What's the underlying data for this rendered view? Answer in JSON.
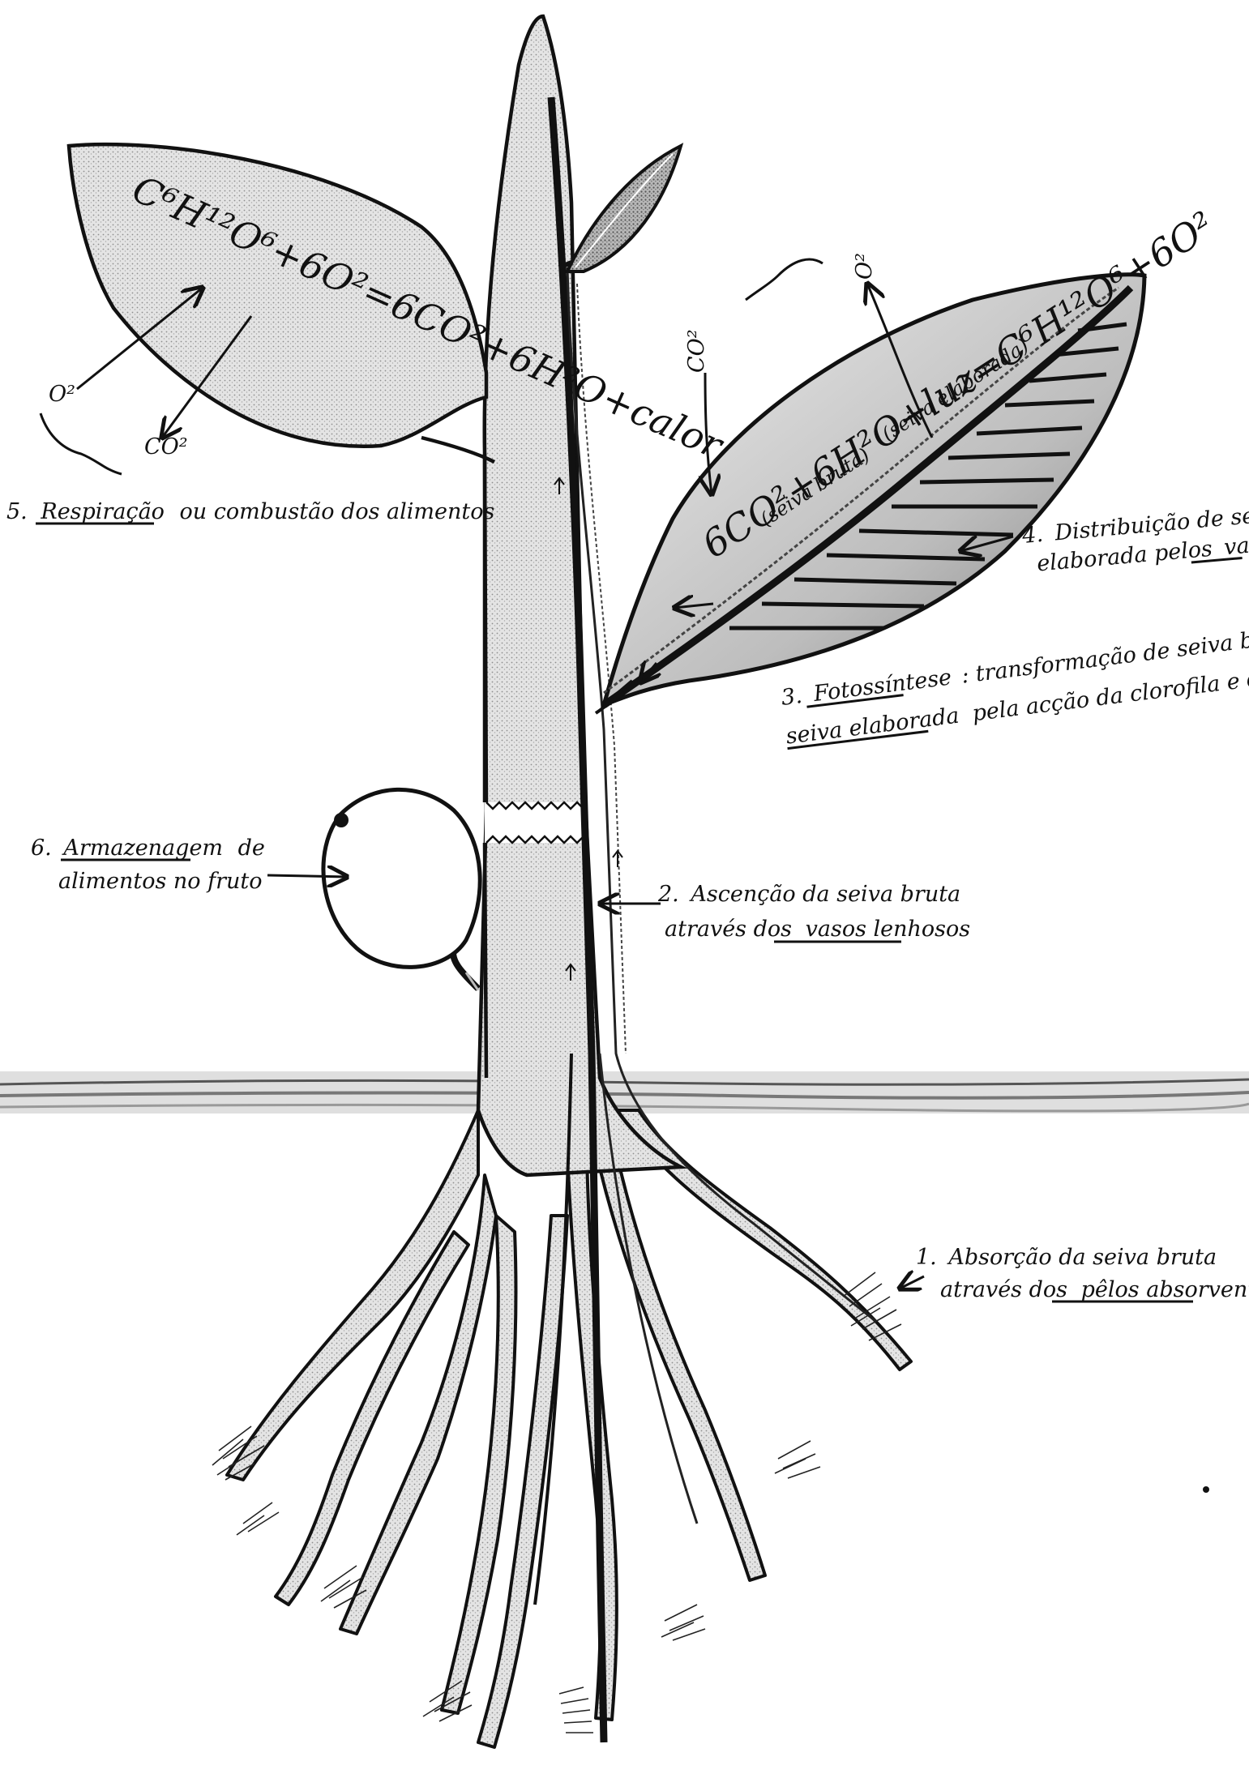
{
  "labels": {
    "respiration": {
      "number": "5.",
      "keyword": "Respiração",
      "rest": "ou combustão dos alimentos"
    },
    "respiration_formula": "C⁶H¹²O⁶+6O²=6CO²+6H²O+calor",
    "respiration_o2": "O²",
    "respiration_co2": "CO²",
    "photosynthesis_formula": "6CO²+6H²O+luz=C⁶H¹²O⁶+6O²",
    "seiva_bruta_note": "(seiva bruta)",
    "seiva_elaborada_note": "(seiva elaborada)",
    "photo_co2": "CO²",
    "photo_o2": "O²",
    "distribution": {
      "number": "4.",
      "line1": "Distribuição de seiva",
      "line2_pre": "elaborada pelos",
      "line2_key": "vasos liberianos"
    },
    "photosynthesis": {
      "number": "3.",
      "keyword": "Fotossíntese",
      "line1_rest": ": transformação de seiva bruta em",
      "line2_key": "seiva elaborada",
      "line2_rest": "pela acção da clorofila e da luz."
    },
    "storage": {
      "number": "6.",
      "keyword": "Armazenagem",
      "line1_rest": "de",
      "line2": "alimentos no fruto"
    },
    "ascension": {
      "number": "2.",
      "line1": "Ascenção da seiva bruta",
      "line2_pre": "através dos",
      "line2_key": "vasos lenhosos"
    },
    "absorption": {
      "number": "1.",
      "line1": "Absorção da seiva bruta",
      "line2_pre": "através dos",
      "line2_key": "pêlos absorventes"
    }
  },
  "colors": {
    "ink": "#111111",
    "paper": "#ffffff",
    "shade": "#d6d6d6",
    "shade_dark": "#9a9a9a",
    "ground": "#8a8a8a"
  }
}
